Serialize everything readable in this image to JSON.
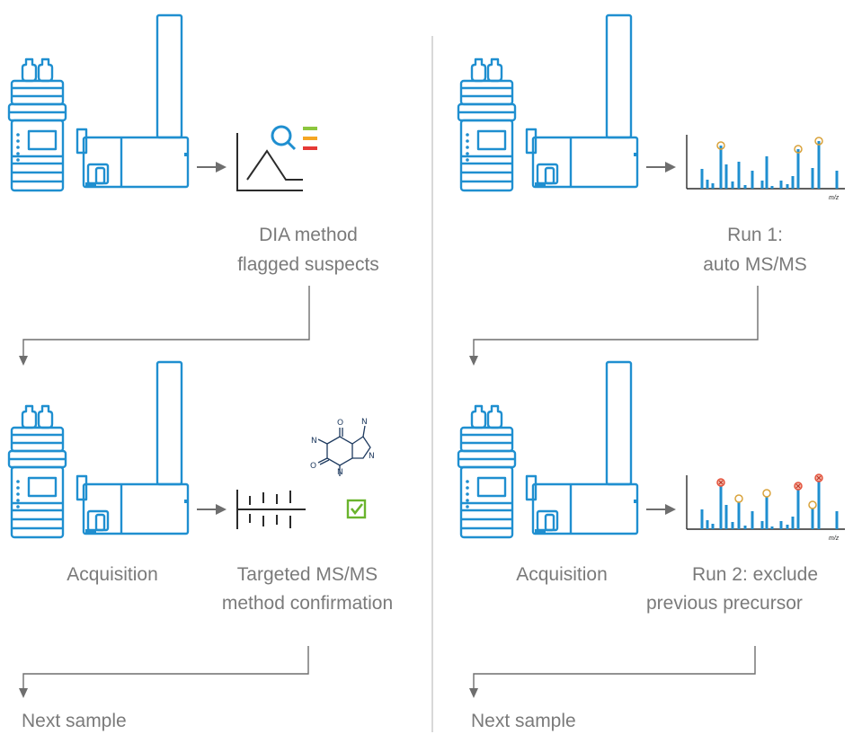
{
  "colors": {
    "instrument": "#1f8fd0",
    "text": "#7a7a7a",
    "arrow": "#6e6e6e",
    "dark": "#2b2b2b",
    "flag_green": "#8cc63e",
    "flag_orange": "#f5a623",
    "flag_red": "#e53935",
    "check_green": "#6ab42d",
    "circle_marker": "#d9a23a",
    "excluded_marker": "#e5533d"
  },
  "left_panel": {
    "step1_label": [
      "DIA method",
      "flagged suspects"
    ],
    "acquisition_label": "Acquisition",
    "step2_label": [
      "Targeted MS/MS",
      "method confirmation"
    ],
    "next_label": "Next sample",
    "icons": [
      "lc-ms-instrument-icon",
      "magnifier-icon",
      "chromatogram-peak-icon",
      "caffeine-structure-icon",
      "checkbox-icon"
    ]
  },
  "right_panel": {
    "step1_label": [
      "Run 1:",
      "auto MS/MS"
    ],
    "acquisition_label": "Acquisition",
    "step2_label": [
      "Run 2: exclude",
      "previous precursor"
    ],
    "next_label": "Next sample",
    "spectrum_axis_label": "m/z"
  },
  "molecule_atoms": [
    "O",
    "N",
    "N",
    "O",
    "N",
    "N"
  ]
}
